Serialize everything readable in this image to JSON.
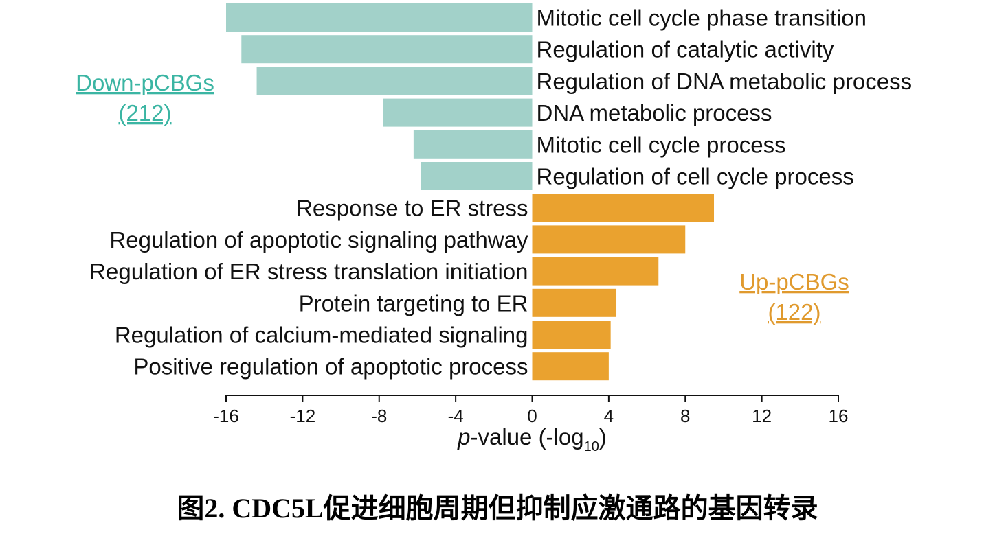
{
  "chart_data": {
    "type": "bar",
    "orientation": "horizontal",
    "categories": [
      "Mitotic cell cycle phase transition",
      "Regulation of catalytic activity",
      "Regulation of DNA metabolic process",
      "DNA metabolic process",
      "Mitotic cell cycle process",
      "Regulation of cell cycle process",
      "Response to ER stress",
      "Regulation of apoptotic signaling pathway",
      "Regulation of ER stress translation initiation",
      "Protein targeting to ER",
      "Regulation of calcium-mediated signaling",
      "Positive regulation of apoptotic process"
    ],
    "values": [
      -16.0,
      -15.2,
      -14.4,
      -7.8,
      -6.2,
      -5.8,
      9.5,
      8.0,
      6.6,
      4.4,
      4.1,
      4.0
    ],
    "series": [
      {
        "name": "Down-pCBGs",
        "count": "(212)",
        "color": "#a2d1c9",
        "label_color": "#3bb5a3",
        "range": [
          0,
          5
        ]
      },
      {
        "name": "Up-pCBGs",
        "count": "(122)",
        "color": "#eaa22f",
        "label_color": "#e09a2e",
        "range": [
          6,
          11
        ]
      }
    ],
    "xlim": [
      -16,
      16
    ],
    "xticks": [
      "-16",
      "-12",
      "-8",
      "-4",
      "0",
      "4",
      "8",
      "12",
      "16"
    ],
    "xlabel": {
      "italic": "p",
      "text": "-value (-log",
      "sub": "10",
      "close": ")"
    },
    "ylabel": "",
    "grid": false,
    "legend": "none"
  },
  "caption": "图2. CDC5L促进细胞周期但抑制应激通路的基因转录"
}
